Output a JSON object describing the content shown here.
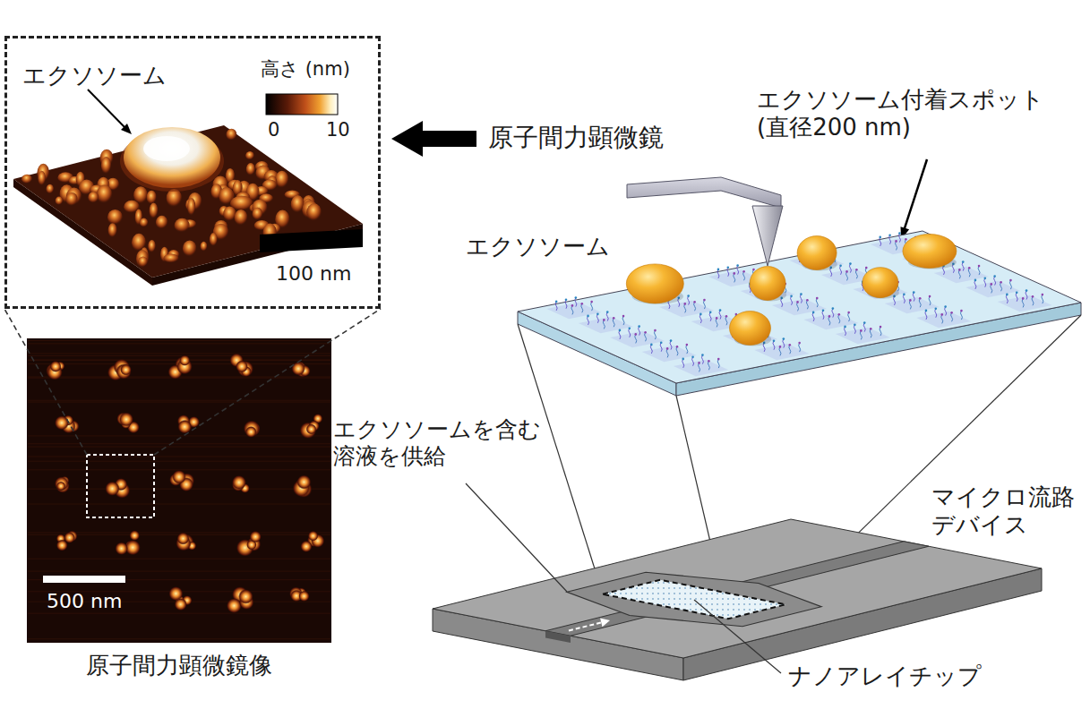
{
  "diagram": {
    "nodes": [
      {
        "text": [
          "エクソソーム",
          "高さ (nm)",
          "0",
          "10",
          "100 nm"
        ]
      },
      {
        "text": [
          "500 nm",
          "原子間力顕微鏡像"
        ]
      }
    ],
    "edges": [
      {
        "from": 1,
        "to": 0,
        "arrow": "none"
      }
    ],
    "labels": [
      "原子間力顕微鏡",
      "エクソソーム付着スポット (直径200 nm)",
      "エクソソーム",
      "エクソソームを含む 溶液を供給",
      "マイクロ流路 デバイス",
      "ナノアレイチップ"
    ]
  }
}
